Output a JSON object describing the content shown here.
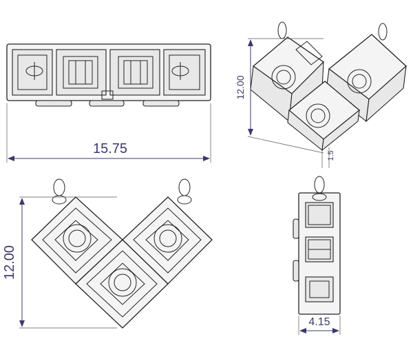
{
  "drawing": {
    "views": [
      {
        "name": "top-view",
        "dimension_label": "15.75"
      },
      {
        "name": "isometric-view",
        "dimension_labels": [
          "12.00",
          "1.5"
        ]
      },
      {
        "name": "front-view",
        "dimension_label": "12.00"
      },
      {
        "name": "side-view",
        "dimension_label": "4.15"
      }
    ]
  }
}
